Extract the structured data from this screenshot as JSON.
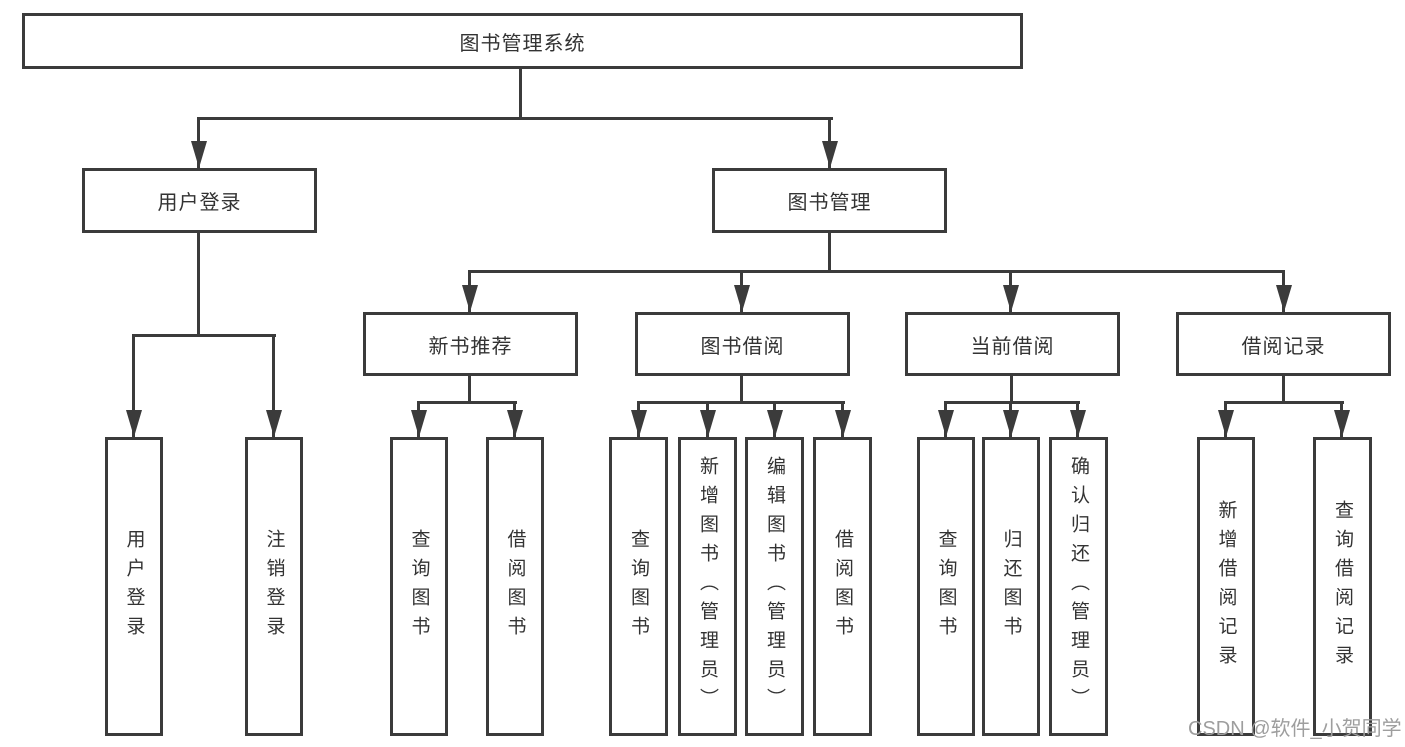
{
  "tree": {
    "root": {
      "label": "图书管理系统"
    },
    "branches": [
      {
        "label": "用户登录",
        "children": [
          {
            "label": "用户登录"
          },
          {
            "label": "注销登录"
          }
        ]
      },
      {
        "label": "图书管理",
        "children": [
          {
            "label": "新书推荐",
            "children": [
              {
                "label": "查询图书"
              },
              {
                "label": "借阅图书"
              }
            ]
          },
          {
            "label": "图书借阅",
            "children": [
              {
                "label": "查询图书"
              },
              {
                "label": "新增图书（管理员）"
              },
              {
                "label": "编辑图书（管理员）"
              },
              {
                "label": "借阅图书"
              }
            ]
          },
          {
            "label": "当前借阅",
            "children": [
              {
                "label": "查询图书"
              },
              {
                "label": "归还图书"
              },
              {
                "label": "确认归还（管理员）"
              }
            ]
          },
          {
            "label": "借阅记录",
            "children": [
              {
                "label": "新增借阅记录"
              },
              {
                "label": "查询借阅记录"
              }
            ]
          }
        ]
      }
    ]
  },
  "watermark": "CSDN @软件_小贺同学",
  "colors": {
    "line": "#3b3b3b",
    "text": "#333333",
    "watermark": "#9e9e9e",
    "background": "#ffffff"
  }
}
